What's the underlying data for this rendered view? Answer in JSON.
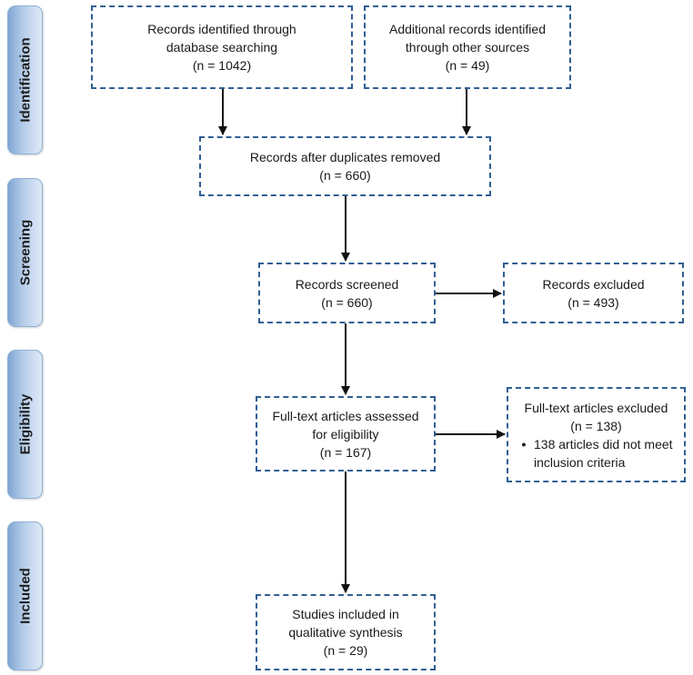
{
  "stages": [
    {
      "id": "identification",
      "label": "Identification"
    },
    {
      "id": "screening",
      "label": "Screening"
    },
    {
      "id": "eligibility",
      "label": "Eligibility"
    },
    {
      "id": "included",
      "label": "Included"
    }
  ],
  "boxes": {
    "db_search": {
      "line1": "Records identified through",
      "line2": "database searching",
      "count": "(n = 1042)"
    },
    "other_sources": {
      "line1": "Additional records identified",
      "line2": "through other sources",
      "count": "(n = 49)"
    },
    "dedup": {
      "line1": "Records after duplicates removed",
      "count": "(n = 660)"
    },
    "screened": {
      "line1": "Records screened",
      "count": "(n = 660)"
    },
    "excluded": {
      "line1": "Records excluded",
      "count": "(n = 493)"
    },
    "fulltext": {
      "line1": "Full-text articles assessed",
      "line2": "for eligibility",
      "count": "(n =  167)"
    },
    "fulltext_excluded": {
      "line1": "Full-text articles excluded",
      "count": "(n = 138)",
      "bullet": "138 articles did not meet inclusion criteria"
    },
    "included": {
      "line1": "Studies included in",
      "line2": "qualitative synthesis",
      "count": "(n = 29)"
    }
  },
  "colors": {
    "box_border": "#2f5f94",
    "stage_fill": "#b5cde9",
    "arrow": "#111111"
  }
}
